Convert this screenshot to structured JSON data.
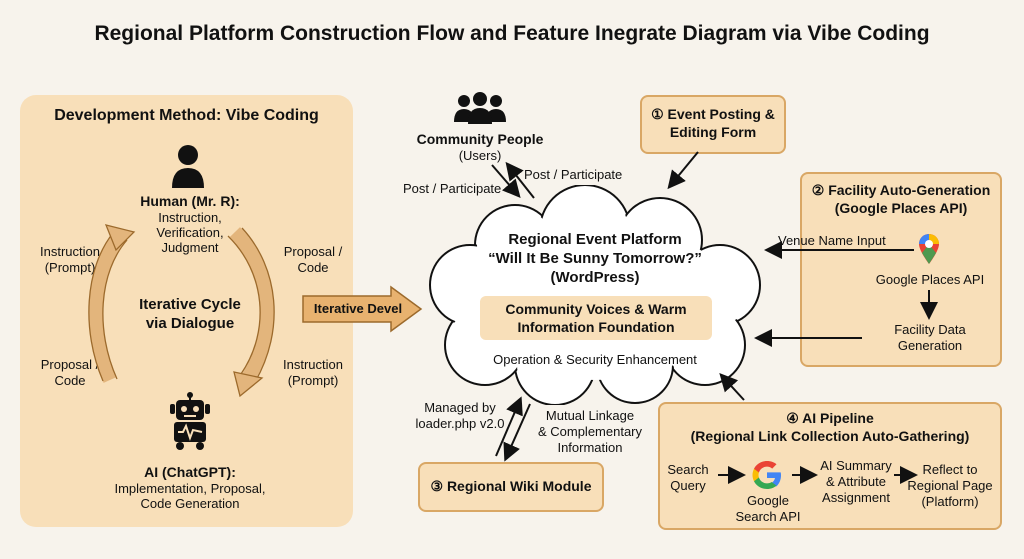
{
  "title": "Regional Platform Construction Flow and Feature Inegrate Diagram via Vibe Coding",
  "left_panel": {
    "heading": "Development Method: Vibe Coding",
    "human": {
      "title": "Human (Mr. R):",
      "line1": "Instruction,",
      "line2": "Verification,",
      "line3": "Judgment"
    },
    "ai": {
      "title": "AI (ChatGPT):",
      "line1": "Implementation, Proposal,",
      "line2": "Code Generation"
    },
    "cycle_line1": "Iterative Cycle",
    "cycle_line2": "via Dialogue",
    "label_instruction_left": [
      "Instruction",
      "(Prompt)"
    ],
    "label_proposal_left": [
      "Proposal /",
      "Code"
    ],
    "label_proposal_right": [
      "Proposal /",
      "Code"
    ],
    "label_instruction_right": [
      "Instruction",
      "(Prompt)"
    ]
  },
  "iterative_arrow_label": "Iterative Devel",
  "community": {
    "title": "Community People",
    "sub": "(Users)",
    "post_left": "Post / Participate",
    "post_right": "Post / Participate"
  },
  "cloud": {
    "line1": "Regional Event Platform",
    "line2": "“Will It Be Sunny Tomorrow?”",
    "line3": "(WordPress)",
    "inner_line1": "Community Voices & Warm",
    "inner_line2": "Information Foundation",
    "footer": "Operation & Security Enhancement"
  },
  "event_box": {
    "line1": "① Event Posting &",
    "line2": "Editing Form"
  },
  "facility": {
    "line1": "② Facility Auto-Generation",
    "line2": "(Google Places API)",
    "venue_input": "Venue Name Input",
    "places_api": "Google Places API",
    "data_line1": "Facility Data",
    "data_line2": "Generation"
  },
  "wiki": {
    "label": "③ Regional Wiki Module",
    "managed1": "Managed by",
    "managed2": "loader.php v2.0",
    "mutual1": "Mutual Linkage",
    "mutual2": "& Complementary",
    "mutual3": "Information"
  },
  "ai_pipeline": {
    "line1": "④ AI Pipeline",
    "line2": "(Regional Link Collection Auto-Gathering)",
    "search1": "Search",
    "search2": "Query",
    "gsearch1": "Google",
    "gsearch2": "Search API",
    "summary1": "AI Summary",
    "summary2": "& Attribute",
    "summary3": "Assignment",
    "reflect1": "Reflect to",
    "reflect2": "Regional Page",
    "reflect3": "(Platform)"
  },
  "colors": {
    "panel": "#f8dfb9",
    "border": "#d9a765",
    "arrow_fill": "#e8b26f"
  }
}
